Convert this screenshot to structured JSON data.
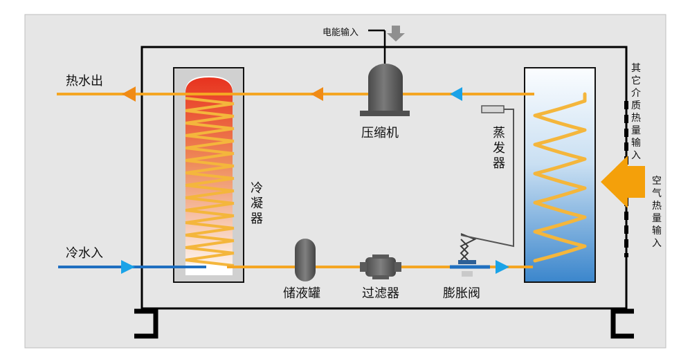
{
  "labels": {
    "power_input": "电能输入",
    "hot_water_out": "热水出",
    "cold_water_in": "冷水入",
    "compressor": "压缩机",
    "condenser": [
      "冷",
      "凝",
      "器"
    ],
    "evaporator": [
      "蒸",
      "发",
      "器"
    ],
    "receiver": "储液罐",
    "filter": "过滤器",
    "expansion_valve": "膨胀阀",
    "other_heat_input": [
      "其",
      "它",
      "介",
      "质",
      "热",
      "量",
      "输",
      "入"
    ],
    "air_heat_input": [
      "空",
      "气",
      "热",
      "量",
      "输",
      "入"
    ]
  },
  "colors": {
    "background": "#e6e6e6",
    "pipe_orange": "#f4a623",
    "coil_orange": "#f4b63c",
    "water_blue": "#1f6fc0",
    "arrow_blue": "#1aa3e8",
    "arrow_orange": "#f08b16",
    "compressor_gray": "#5c5c5c",
    "frame_black": "#000000",
    "tank_red": "#e02020"
  },
  "icons": {
    "power_arrow": "down-arrow-icon",
    "air_arrow": "left-arrow-icon"
  }
}
